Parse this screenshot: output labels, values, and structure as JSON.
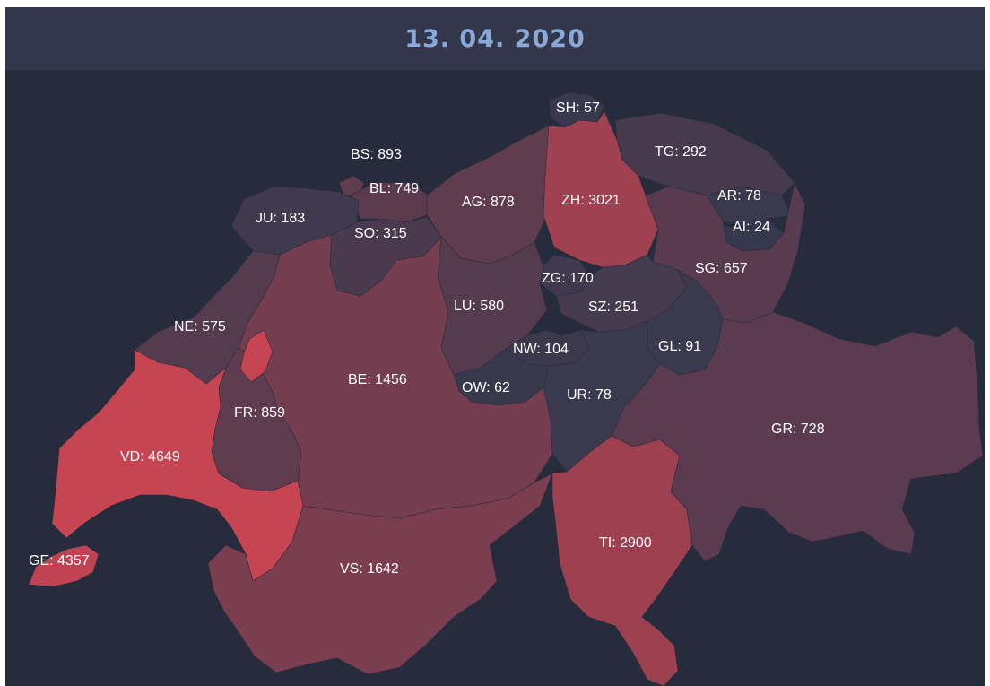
{
  "header": {
    "date": "13. 04. 2020"
  },
  "colors": {
    "background": "#272c3d",
    "header": "#32374c",
    "date_text": "#8aa9d6",
    "low": "#32384d",
    "high": "#c74453"
  },
  "cantons": [
    {
      "id": "SH",
      "value": 57,
      "label": "SH: 57"
    },
    {
      "id": "TG",
      "value": 292,
      "label": "TG: 292"
    },
    {
      "id": "BS",
      "value": 893,
      "label": "BS: 893"
    },
    {
      "id": "BL",
      "value": 749,
      "label": "BL: 749"
    },
    {
      "id": "AG",
      "value": 878,
      "label": "AG: 878"
    },
    {
      "id": "ZH",
      "value": 3021,
      "label": "ZH: 3021"
    },
    {
      "id": "AR",
      "value": 78,
      "label": "AR: 78"
    },
    {
      "id": "JU",
      "value": 183,
      "label": "JU: 183"
    },
    {
      "id": "SO",
      "value": 315,
      "label": "SO: 315"
    },
    {
      "id": "AI",
      "value": 24,
      "label": "AI: 24"
    },
    {
      "id": "SG",
      "value": 657,
      "label": "SG: 657"
    },
    {
      "id": "ZG",
      "value": 170,
      "label": "ZG: 170"
    },
    {
      "id": "LU",
      "value": 580,
      "label": "LU: 580"
    },
    {
      "id": "SZ",
      "value": 251,
      "label": "SZ: 251"
    },
    {
      "id": "NE",
      "value": 575,
      "label": "NE: 575"
    },
    {
      "id": "NW",
      "value": 104,
      "label": "NW: 104"
    },
    {
      "id": "GL",
      "value": 91,
      "label": "GL: 91"
    },
    {
      "id": "BE",
      "value": 1456,
      "label": "BE: 1456"
    },
    {
      "id": "OW",
      "value": 62,
      "label": "OW: 62"
    },
    {
      "id": "UR",
      "value": 78,
      "label": "UR: 78"
    },
    {
      "id": "FR",
      "value": 859,
      "label": "FR: 859"
    },
    {
      "id": "GR",
      "value": 728,
      "label": "GR: 728"
    },
    {
      "id": "VD",
      "value": 4649,
      "label": "VD: 4649"
    },
    {
      "id": "TI",
      "value": 2900,
      "label": "TI: 2900"
    },
    {
      "id": "GE",
      "value": 4357,
      "label": "GE: 4357"
    },
    {
      "id": "VS",
      "value": 1642,
      "label": "VS: 1642"
    }
  ]
}
